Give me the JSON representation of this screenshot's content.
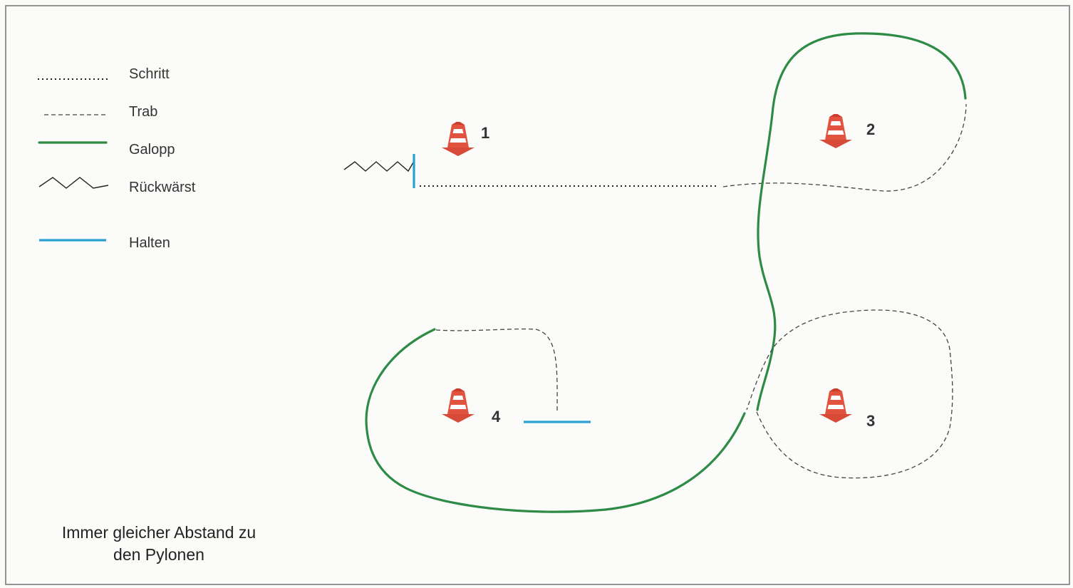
{
  "legend": {
    "walk_label": "Schritt",
    "trot_label": "Trab",
    "gallop_label": "Galopp",
    "backward_label": "Rückwärst",
    "halt_label": "Halten"
  },
  "pylons": [
    {
      "number": "1"
    },
    {
      "number": "2"
    },
    {
      "number": "3"
    },
    {
      "number": "4"
    }
  ],
  "note": {
    "line1": "Immer gleicher Abstand zu",
    "line2": "den Pylonen"
  },
  "colors": {
    "gallop": "#2e8b45",
    "halt": "#2a9fd6",
    "cone": "#e2533f",
    "text": "#333333"
  },
  "icons": [
    "traffic-cone-icon"
  ]
}
